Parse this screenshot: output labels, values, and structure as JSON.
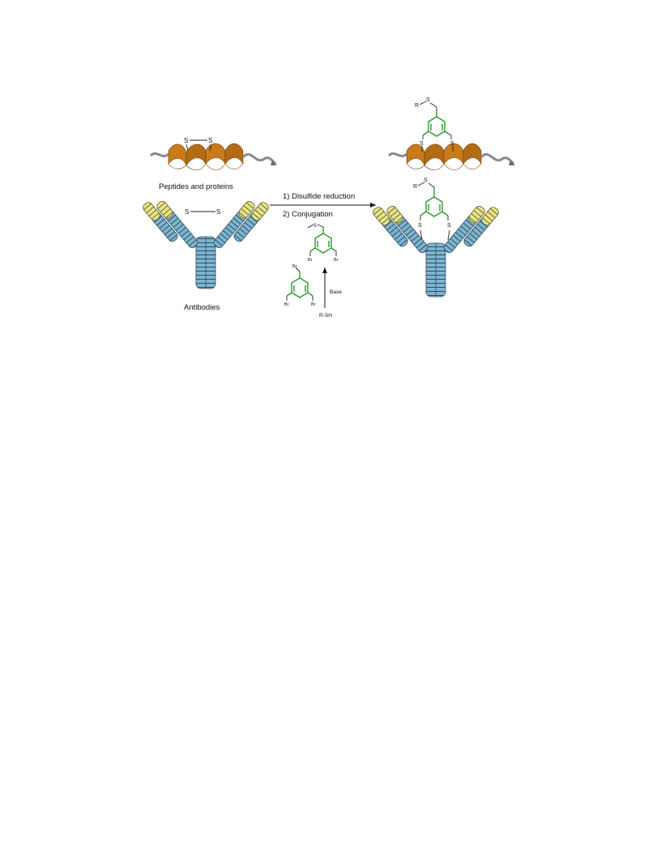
{
  "labels": {
    "peptides": "Peptides and proteins",
    "antibodies": "Antibodies",
    "step1": "1) Disulfide reduction",
    "step2": "2) Conjugation",
    "base": "Base",
    "thiol": "R-SH"
  },
  "atoms": {
    "sulfur": "S",
    "bromine": "Br",
    "r_group": "R"
  },
  "colors": {
    "helix": "#c97a1a",
    "helix_dark": "#8a4f0c",
    "tail": "#a8a0b0",
    "linker": "#2a9a2a",
    "heavy_chain": "#7fb4cf",
    "light_chain": "#e8e48a",
    "outline": "#222222"
  }
}
